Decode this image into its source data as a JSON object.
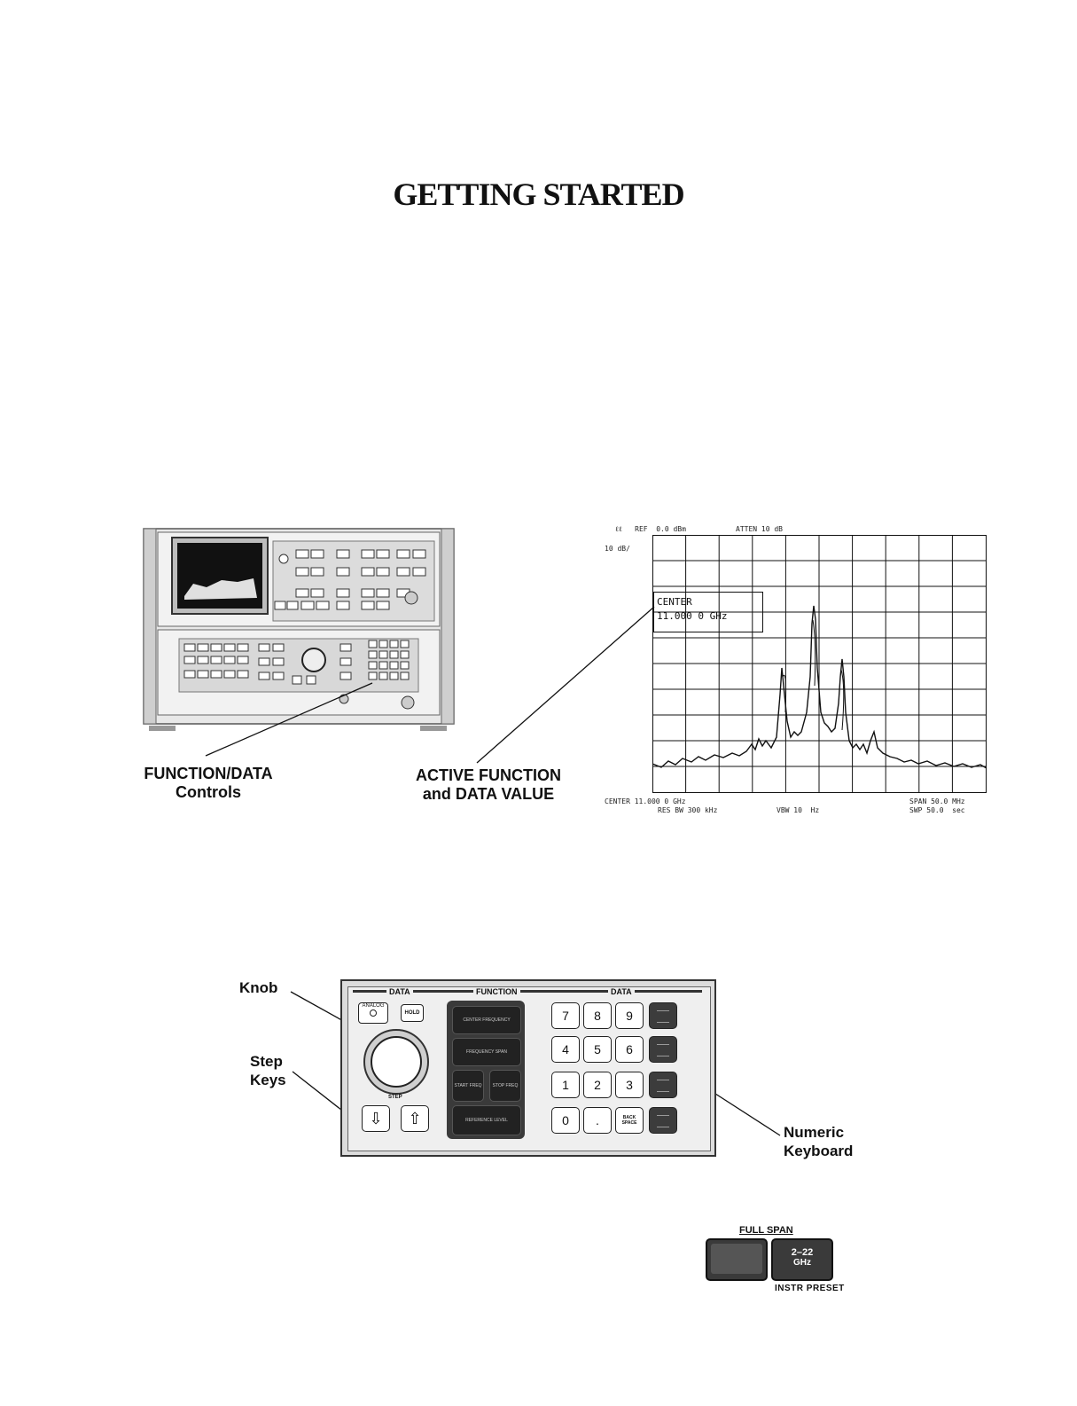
{
  "page": {
    "title": "GETTING STARTED"
  },
  "figure1": {
    "callout_function_data": [
      "FUNCTION/DATA",
      "Controls"
    ],
    "callout_active_function": [
      "ACTIVE FUNCTION",
      "and DATA VALUE"
    ]
  },
  "screen": {
    "ref": "REF  0.0 dBm",
    "atten": "ATTEN 10 dB",
    "scale": "10 dB/",
    "active_function": "CENTER",
    "active_value": "11.000 0 GHz",
    "center": "CENTER 11.000 0 GHz",
    "span": "SPAN 50.0 MHz",
    "res_bw": "RES BW 300 kHz",
    "vbw": "VBW 10  Hz",
    "swp": "SWP 50.0  sec"
  },
  "figure2": {
    "knob": "Knob",
    "step_keys": [
      "Step",
      "Keys"
    ],
    "numeric_keyboard": [
      "Numeric",
      "Keyboard"
    ],
    "panel_headers": {
      "data_left": "DATA",
      "function": "FUNCTION",
      "data_right": "DATA"
    },
    "analog_label": "ANALOG",
    "hold_label": "HOLD",
    "step_label": "STEP",
    "function_keys": [
      "CENTER FREQUENCY",
      "FREQUENCY SPAN",
      "START FREQ",
      "STOP FREQ",
      "REFERENCE LEVEL"
    ],
    "numeric_keys": [
      "7",
      "8",
      "9",
      "4",
      "5",
      "6",
      "1",
      "2",
      "3",
      "0",
      "."
    ],
    "backspace": "BACK SPACE"
  },
  "figure3": {
    "full_span": "FULL SPAN",
    "key_label": "2–22",
    "key_unit": "GHz",
    "instr_preset": "INSTR PRESET"
  }
}
